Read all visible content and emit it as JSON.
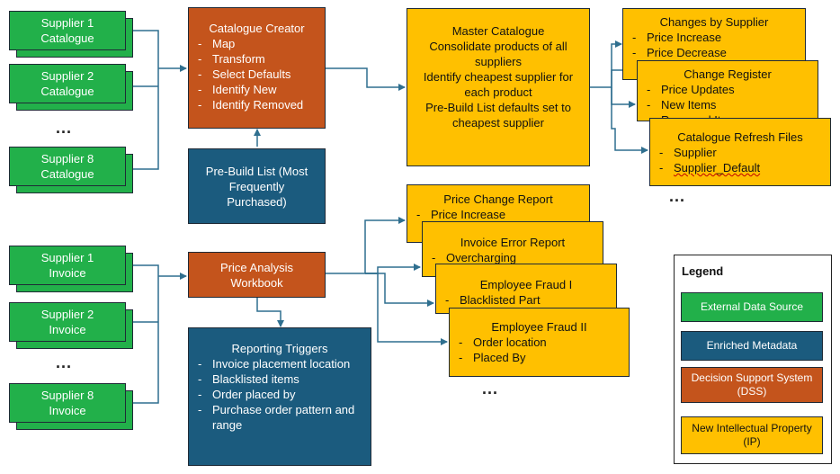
{
  "suppliers_catalogue": [
    "Supplier 1\nCatalogue",
    "Supplier 2\nCatalogue",
    "Supplier 8\nCatalogue"
  ],
  "suppliers_invoice": [
    "Supplier 1\nInvoice",
    "Supplier 2\nInvoice",
    "Supplier 8\nInvoice"
  ],
  "ellipsis": "...",
  "catalogue_creator": {
    "title": "Catalogue Creator",
    "items": [
      "Map",
      "Transform",
      "Select Defaults",
      "Identify New",
      "Identify Removed"
    ]
  },
  "pre_build_list": "Pre-Build List (Most Frequently Purchased)",
  "master_catalogue": {
    "lines": [
      "Master Catalogue",
      "Consolidate products of all suppliers",
      "Identify cheapest supplier for each product",
      "Pre-Build List defaults set to cheapest supplier"
    ]
  },
  "changes_by_supplier": {
    "title": "Changes by Supplier",
    "items": [
      "Price Increase",
      "Price Decrease"
    ]
  },
  "change_register": {
    "title": "Change Register",
    "items": [
      "Price Updates",
      "New Items",
      "Removed Items"
    ]
  },
  "catalogue_refresh": {
    "title": "Catalogue Refresh Files",
    "items": [
      "Supplier",
      "Supplier_Default"
    ]
  },
  "price_analysis": "Price Analysis Workbook",
  "reporting_triggers": {
    "title": "Reporting Triggers",
    "items": [
      "Invoice placement location",
      "Blacklisted items",
      "Order placed by",
      "Purchase order pattern and range"
    ]
  },
  "price_change_report": {
    "title": "Price Change Report",
    "items": [
      "Price Increase"
    ]
  },
  "invoice_error_report": {
    "title": "Invoice Error Report",
    "items": [
      "Overcharging"
    ]
  },
  "employee_fraud_1": {
    "title": "Employee Fraud I",
    "items": [
      "Blacklisted Part"
    ]
  },
  "employee_fraud_2": {
    "title": "Employee Fraud II",
    "items": [
      "Order location",
      "Placed By"
    ]
  },
  "legend": {
    "title": "Legend",
    "items": [
      {
        "label": "External Data Source",
        "color": "#22b04a"
      },
      {
        "label": "Enriched Metadata",
        "color": "#1b5b7e"
      },
      {
        "label": "Decision Support System (DSS)",
        "color": "#c4541c"
      },
      {
        "label": "New Intellectual Property (IP)",
        "color": "#ffc000"
      }
    ]
  },
  "colors": {
    "connector": "#2f6f8f",
    "green": "#22b04a",
    "blue": "#1b5b7e",
    "orange": "#c4541c",
    "yellow": "#ffc000"
  }
}
